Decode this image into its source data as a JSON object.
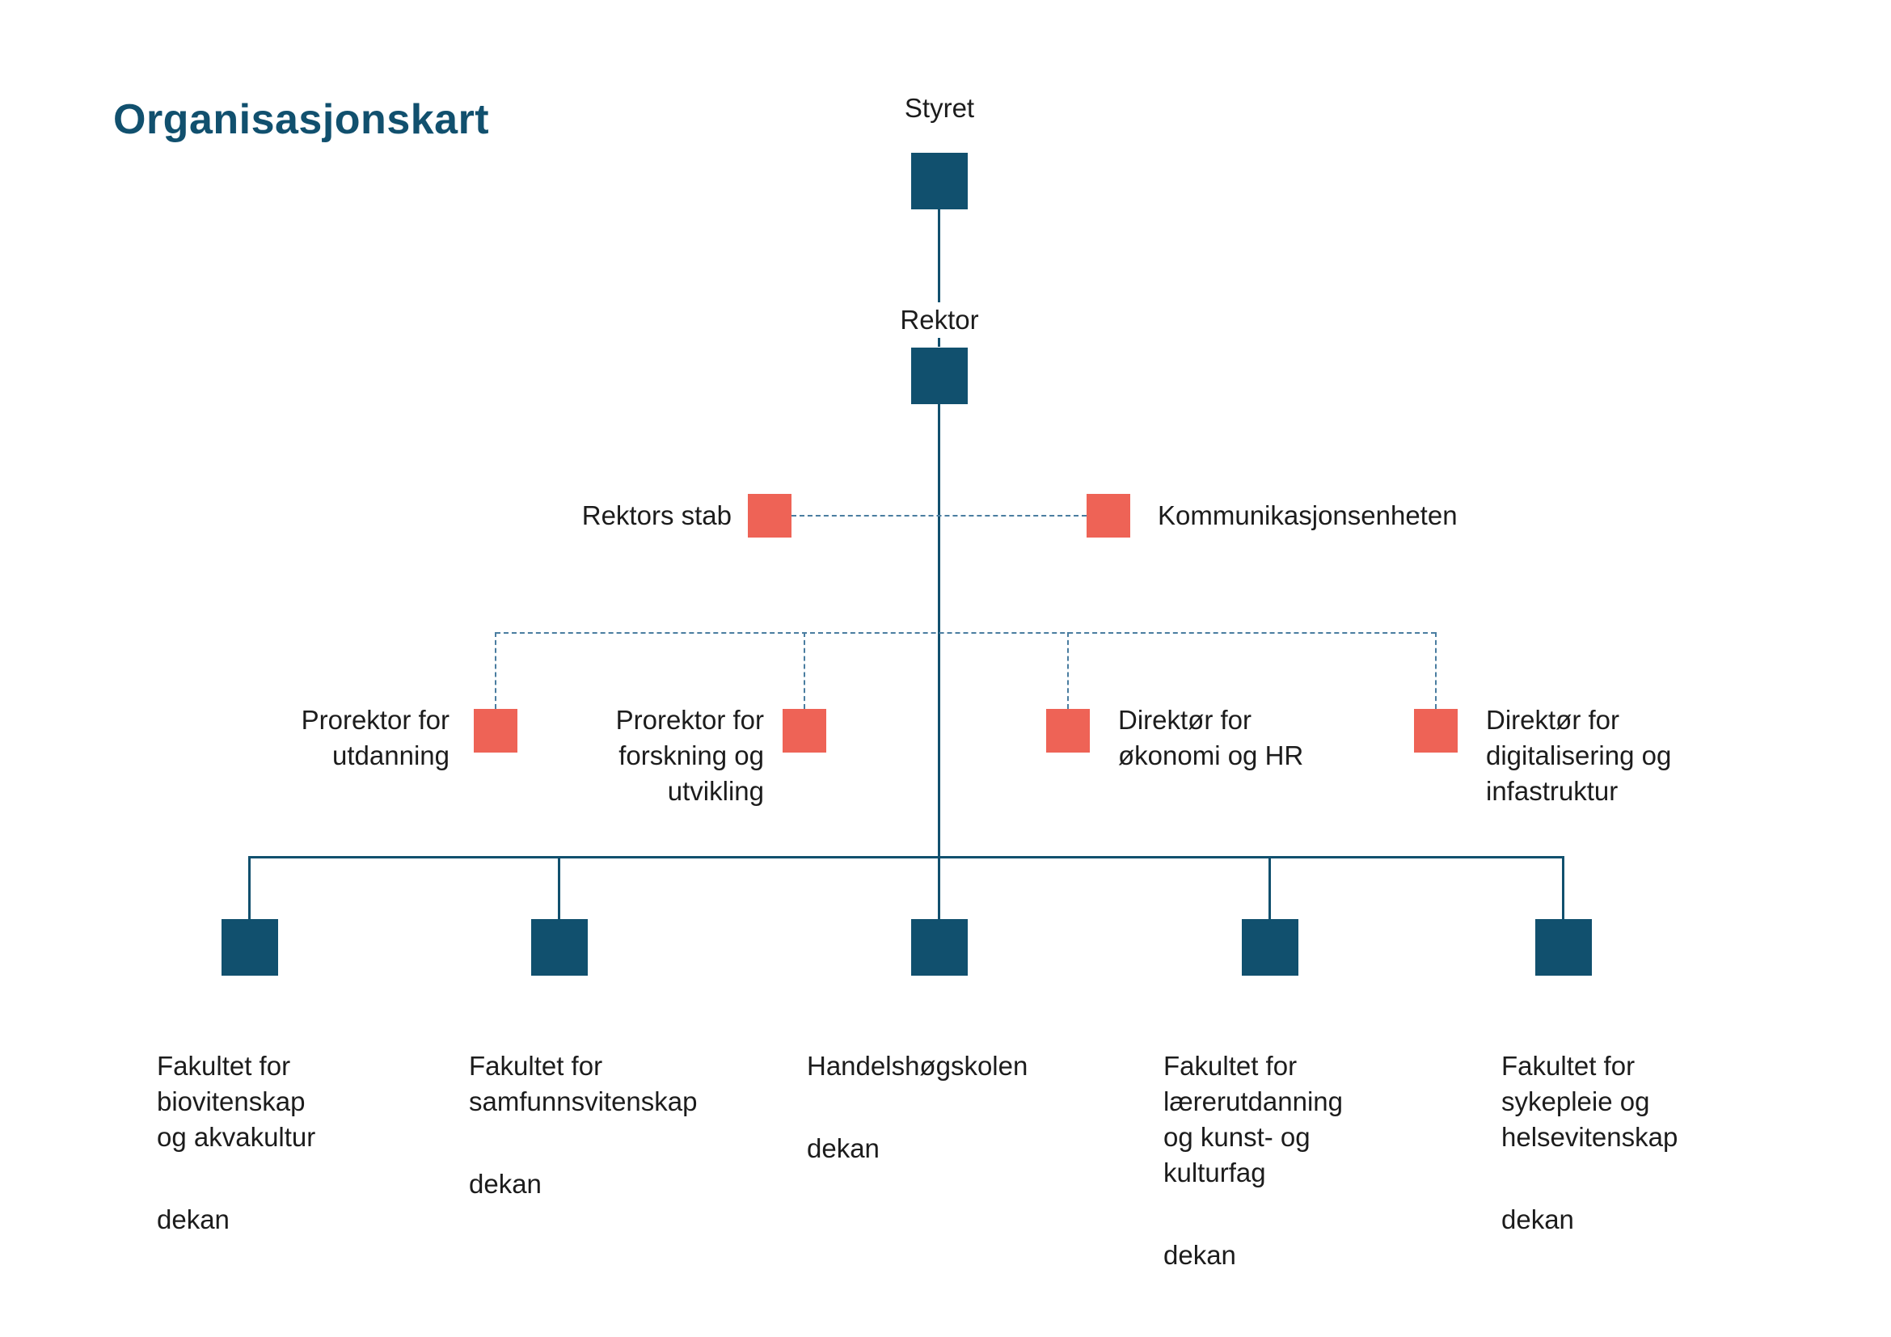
{
  "page": {
    "title": "Organisasjonskart"
  },
  "org": {
    "type": "org-chart",
    "root": {
      "label": "Styret"
    },
    "leader": {
      "label": "Rektor"
    },
    "staff": {
      "rektors_stab": {
        "label": "Rektors stab"
      },
      "kommunikasjonsenheten": {
        "label": "Kommunikasjonsenheten"
      }
    },
    "leadership": [
      {
        "label": "Prorektor for\nutdanning"
      },
      {
        "label": "Prorektor for\nforskning og\nutvikling"
      },
      {
        "label": "Direktør for\nøkonomi og HR"
      },
      {
        "label": "Direktør for\ndigitalisering og\ninfastruktur"
      }
    ],
    "faculties": [
      {
        "name": "Fakultet for\nbiovitenskap\nog akvakultur",
        "role": "dekan"
      },
      {
        "name": "Fakultet for\nsamfunnsvitenskap",
        "role": "dekan"
      },
      {
        "name": "Handelshøgskolen",
        "role": "dekan"
      },
      {
        "name": "Fakultet for\nlærerutdanning\nog kunst- og\nkulturfag",
        "role": "dekan"
      },
      {
        "name": "Fakultet for\nsykepleie og\nhelsevitenskap",
        "role": "dekan"
      }
    ]
  },
  "colors": {
    "node_primary": "#11506e",
    "node_secondary": "#ee6356",
    "connector_solid": "#11506e",
    "connector_dashed": "#4a7da0",
    "title_text": "#11506e",
    "body_text": "#1c1c1c",
    "background": "#ffffff"
  }
}
